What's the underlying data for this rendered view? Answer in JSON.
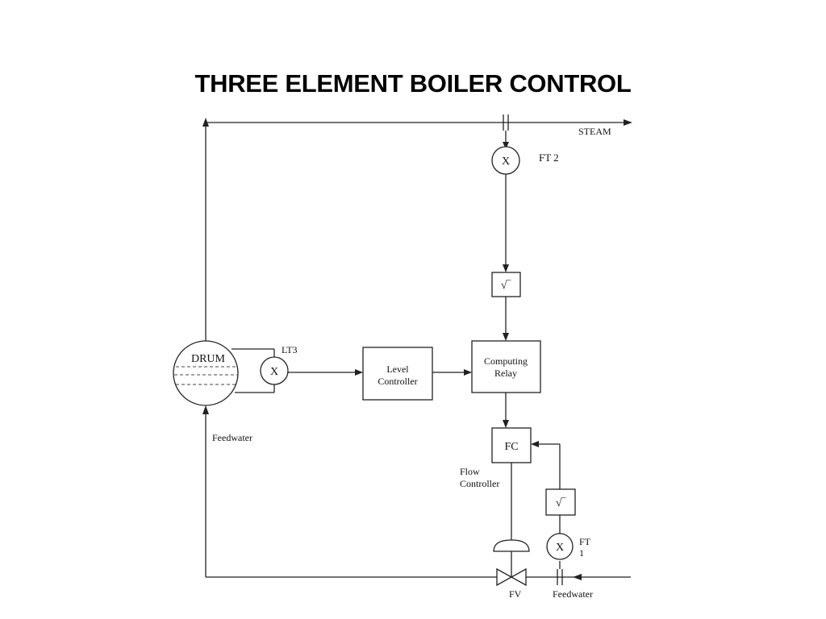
{
  "title": "THREE ELEMENT BOILER CONTROL",
  "diagram": {
    "drum": "DRUM",
    "level_transmitter": {
      "symbol": "X",
      "tag": "LT3"
    },
    "steam_flow_transmitter": {
      "symbol": "X",
      "tag": "FT 2"
    },
    "feedwater_flow_transmitter": {
      "symbol": "X",
      "tag_line1": "FT",
      "tag_line2": "1"
    },
    "sqrt_symbol": "√‾",
    "level_controller": {
      "line1": "Level",
      "line2": "Controller"
    },
    "computing_relay": {
      "line1": "Computing",
      "line2": "Relay"
    },
    "flow_controller": {
      "symbol": "FC",
      "label_line1": "Flow",
      "label_line2": "Controller"
    },
    "valve_label": "FV",
    "steam_label": "STEAM",
    "feedwater_label_left": "Feedwater",
    "feedwater_label_bottom": "Feedwater"
  },
  "colors": {
    "line": "#222222",
    "background": "#ffffff"
  }
}
